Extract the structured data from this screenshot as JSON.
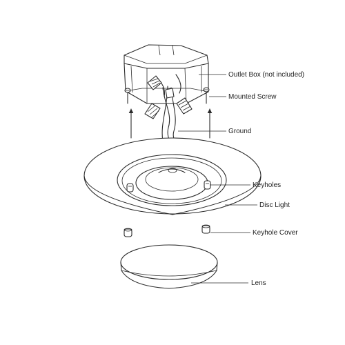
{
  "labels": {
    "outlet_box": "Outlet Box (not included)",
    "mounted_screw": "Mounted Screw",
    "ground": "Ground",
    "keyholes": "Keyholes",
    "disc_light": "Disc Light",
    "keyhole_cover": "Keyhole Cover",
    "lens": "Lens"
  },
  "colors": {
    "line": "#2a2a2a",
    "text": "#222222",
    "background": "#ffffff"
  }
}
